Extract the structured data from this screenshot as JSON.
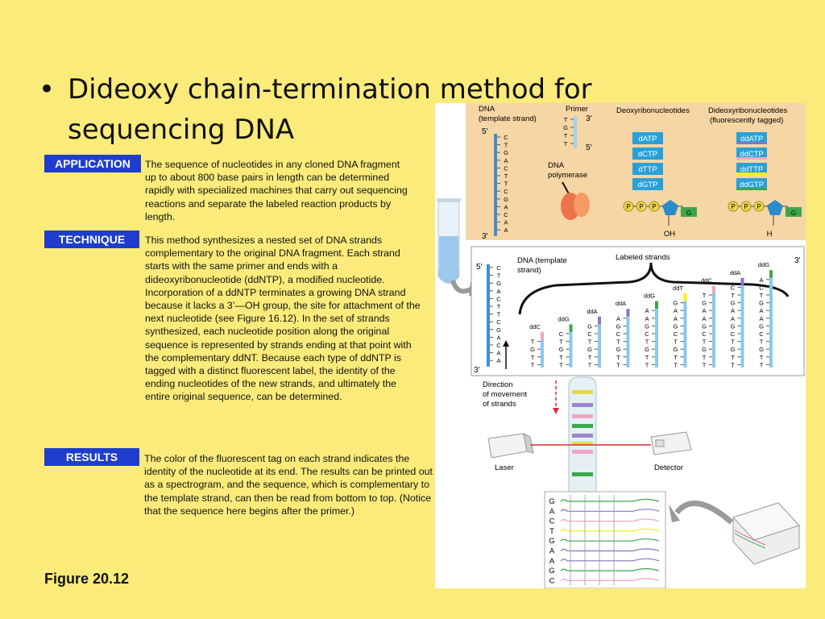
{
  "slide": {
    "bullet": "•",
    "title": "Dideoxy chain-termination method for sequencing DNA",
    "figure_label": "Figure 20.12"
  },
  "sections": [
    {
      "label": "APPLICATION",
      "text": "The sequence of nucleotides in any cloned DNA fragment up to about 800 base pairs in length can be determined rapidly with specialized machines that carry out sequencing reactions and separate the labeled reaction products by length."
    },
    {
      "label": "TECHNIQUE",
      "text": "This method synthesizes a nested set of DNA strands complementary to the original DNA fragment. Each strand starts with the same primer and ends with a dideoxyribonucleotide (ddNTP), a modified nucleotide. Incorporation of a ddNTP terminates a growing DNA strand because it lacks a 3’—OH group, the site for attachment of the next nucleotide (see Figure 16.12). In the set of strands synthesized, each nucleotide position along the original sequence is represented by strands ending at that point with the complementary ddNT. Because each type of ddNTP is tagged with a distinct fluorescent label, the identity of the ending nucleotides of the new strands, and ultimately the entire original sequence, can be determined."
    },
    {
      "label": "RESULTS",
      "text": "The color of the fluorescent tag on each strand indicates the identity of the nucleotide at its end. The results can be printed out as a spectrogram, and the sequence, which is complementary to the template strand, can then be read from bottom to top. (Notice that the sequence here begins after the primer.)"
    }
  ],
  "figure": {
    "top_panel": {
      "dna_label": "DNA",
      "template_label": "(template strand)",
      "primer_label": "Primer",
      "five_prime": "5′",
      "three_prime": "3′",
      "template_bases": [
        "C",
        "T",
        "G",
        "A",
        "C",
        "T",
        "T",
        "C",
        "G",
        "A",
        "C",
        "A",
        "A"
      ],
      "primer_bases": [
        "T",
        "G",
        "T",
        "T"
      ],
      "polymerase_label": "DNA polymerase",
      "deoxy_header": "Deoxyribonucleotides",
      "dideoxy_header_1": "Dideoxyribonucleotides",
      "dideoxy_header_2": "(fluorescently tagged)",
      "dntps": [
        "dATP",
        "dCTP",
        "dTTP",
        "dGTP"
      ],
      "ddntps": [
        "ddATP",
        "ddCTP",
        "ddTTP",
        "ddGTP"
      ],
      "ddntp_colors": [
        "#8a74c4",
        "#f2a4c8",
        "#f4f400",
        "#3aa84a"
      ],
      "phosphate": "P",
      "base_g": "G",
      "oh": "OH",
      "h": "H"
    },
    "middle_panel": {
      "dna_template_label": "DNA (template strand)",
      "labeled_strands": "Labeled strands",
      "five_prime": "5′",
      "three_prime": "3′",
      "template_bases": [
        "C",
        "T",
        "G",
        "A",
        "C",
        "T",
        "T",
        "C",
        "G",
        "A",
        "C",
        "A",
        "A"
      ],
      "strands": [
        {
          "tag": "ddC",
          "bases": [
            "T",
            "G",
            "T",
            "T"
          ]
        },
        {
          "tag": "ddG",
          "bases": [
            "C",
            "T",
            "G",
            "T",
            "T"
          ]
        },
        {
          "tag": "ddA",
          "bases": [
            "G",
            "C",
            "T",
            "G",
            "T",
            "T"
          ]
        },
        {
          "tag": "ddA",
          "bases": [
            "A",
            "G",
            "C",
            "T",
            "G",
            "T",
            "T"
          ]
        },
        {
          "tag": "ddG",
          "bases": [
            "A",
            "A",
            "G",
            "C",
            "T",
            "G",
            "T",
            "T"
          ]
        },
        {
          "tag": "ddT",
          "bases": [
            "G",
            "A",
            "A",
            "G",
            "C",
            "T",
            "G",
            "T",
            "T"
          ]
        },
        {
          "tag": "ddC",
          "bases": [
            "T",
            "G",
            "A",
            "A",
            "G",
            "C",
            "T",
            "G",
            "T",
            "T"
          ]
        },
        {
          "tag": "ddA",
          "bases": [
            "C",
            "T",
            "G",
            "A",
            "A",
            "G",
            "C",
            "T",
            "G",
            "T",
            "T"
          ]
        },
        {
          "tag": "ddG",
          "bases": [
            "A",
            "C",
            "T",
            "G",
            "A",
            "A",
            "G",
            "C",
            "T",
            "G",
            "T",
            "T"
          ]
        }
      ]
    },
    "bottom_panel": {
      "direction_label": "Direction of movement of strands",
      "laser_label": "Laser",
      "detector_label": "Detector",
      "read_sequence": [
        "G",
        "A",
        "C",
        "T",
        "G",
        "A",
        "A",
        "G",
        "C"
      ]
    },
    "colors": {
      "dA": "#8a74c4",
      "dC": "#f2a4c8",
      "dT": "#f4f400",
      "dG": "#3aa84a"
    }
  }
}
